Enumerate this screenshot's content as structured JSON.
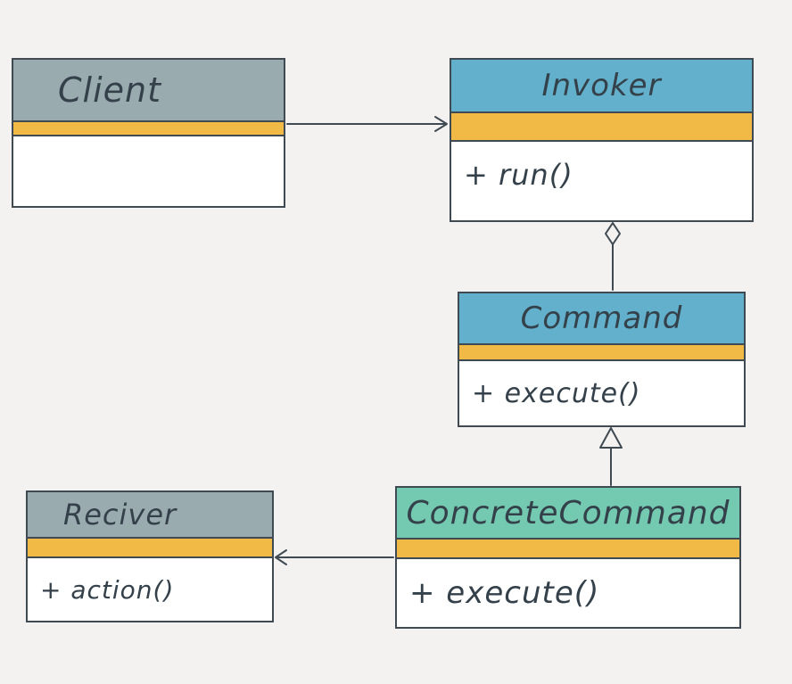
{
  "colors": {
    "background": "#f4f2f0",
    "gray_header": "#9aabb0",
    "blue_header": "#62b0cb",
    "green_header": "#74c9b1",
    "attribute_band": "#f1ba47",
    "line": "#3f4a52"
  },
  "classes": {
    "client": {
      "name": "Client",
      "operations": ""
    },
    "invoker": {
      "name": "Invoker",
      "operations": "+ run()"
    },
    "command": {
      "name": "Command",
      "operations": "+ execute()"
    },
    "concrete_command": {
      "name": "ConcreteCommand",
      "operations": "+ execute()"
    },
    "receiver": {
      "name": "Reciver",
      "operations": "+ action()"
    }
  },
  "relationships": [
    {
      "from": "Client",
      "to": "Invoker",
      "type": "association"
    },
    {
      "from": "Invoker",
      "to": "Command",
      "type": "aggregation"
    },
    {
      "from": "ConcreteCommand",
      "to": "Command",
      "type": "generalization"
    },
    {
      "from": "ConcreteCommand",
      "to": "Reciver",
      "type": "association"
    }
  ]
}
